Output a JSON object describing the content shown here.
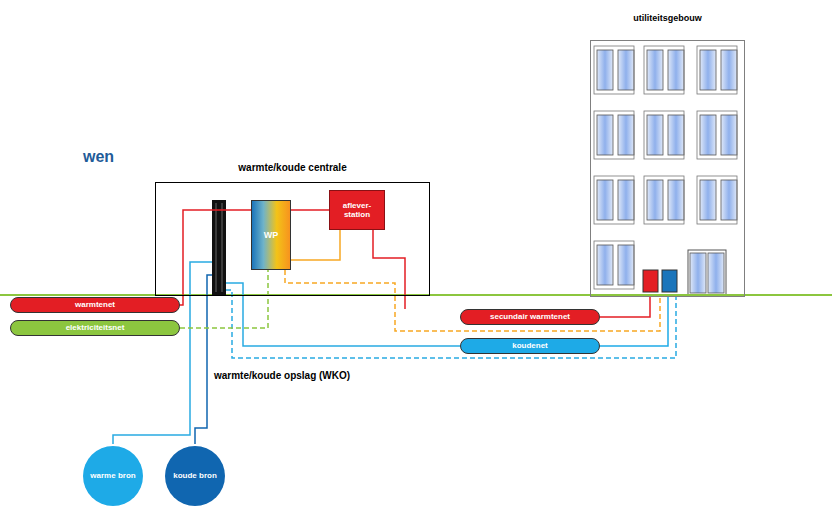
{
  "diagram": {
    "title": "wen",
    "nodes": [
      {
        "text": [
          "utiliteitsgebouw"
        ]
      },
      {
        "text": [
          "warmte/koude centrale"
        ]
      },
      {
        "text": [
          "aflever- station"
        ],
        "in": 1
      },
      {
        "text": [
          "WP"
        ],
        "in": 1
      },
      {
        "text": [
          "warmtenet"
        ]
      },
      {
        "text": [
          "elektriciteitsnet"
        ]
      },
      {
        "text": [
          "secundair warmtenet"
        ]
      },
      {
        "text": [
          "koudenet"
        ]
      },
      {
        "text": [
          "warme bron"
        ]
      },
      {
        "text": [
          "koude bron"
        ]
      }
    ],
    "edges": [
      {
        "from": 4,
        "to": 2,
        "arrow": "none"
      },
      {
        "from": 3,
        "to": 2,
        "arrow": "none"
      },
      {
        "from": 5,
        "to": 3,
        "arrow": "none"
      },
      {
        "from": 2,
        "to": 6,
        "arrow": "none"
      },
      {
        "from": 6,
        "to": 0,
        "arrow": "none"
      },
      {
        "from": 3,
        "to": 0,
        "arrow": "none"
      },
      {
        "from": 7,
        "to": 0,
        "arrow": "none"
      }
    ],
    "labels": [
      "warmte/koude opslag (WKO)"
    ]
  }
}
